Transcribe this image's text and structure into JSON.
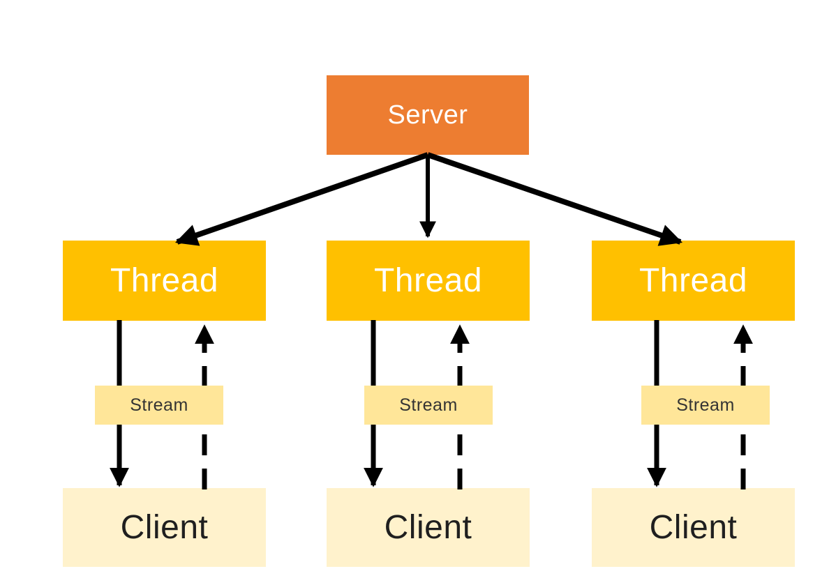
{
  "diagram": {
    "background": "#FFFFFF",
    "arrow_color": "#000000",
    "server": {
      "label": "Server",
      "fill": "#ED7D31",
      "text_color": "#FFFFFF"
    },
    "columns": [
      {
        "thread": {
          "label": "Thread"
        },
        "stream": {
          "label": "Stream"
        },
        "client": {
          "label": "Client"
        }
      },
      {
        "thread": {
          "label": "Thread"
        },
        "stream": {
          "label": "Stream"
        },
        "client": {
          "label": "Client"
        }
      },
      {
        "thread": {
          "label": "Thread"
        },
        "stream": {
          "label": "Stream"
        },
        "client": {
          "label": "Client"
        }
      }
    ],
    "styles": {
      "thread_fill": "#FFC000",
      "thread_text_color": "#FFFFFF",
      "stream_fill": "#FFE699",
      "stream_text_color": "#333333",
      "client_fill": "#FFF2CC",
      "client_text_color": "#1F1F1F"
    },
    "edges": [
      {
        "from": "server",
        "to": "thread-1",
        "style": "solid-arrow"
      },
      {
        "from": "server",
        "to": "thread-2",
        "style": "solid-arrow"
      },
      {
        "from": "server",
        "to": "thread-3",
        "style": "solid-arrow"
      },
      {
        "from": "thread-1",
        "to": "client-1",
        "style": "solid-arrow",
        "via": "stream-1"
      },
      {
        "from": "client-1",
        "to": "thread-1",
        "style": "dashed-arrow",
        "via": "stream-1"
      },
      {
        "from": "thread-2",
        "to": "client-2",
        "style": "solid-arrow",
        "via": "stream-2"
      },
      {
        "from": "client-2",
        "to": "thread-2",
        "style": "dashed-arrow",
        "via": "stream-2"
      },
      {
        "from": "thread-3",
        "to": "client-3",
        "style": "solid-arrow",
        "via": "stream-3"
      },
      {
        "from": "client-3",
        "to": "thread-3",
        "style": "dashed-arrow",
        "via": "stream-3"
      }
    ]
  }
}
